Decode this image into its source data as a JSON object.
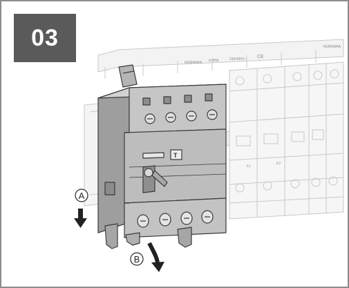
{
  "step": {
    "number": "03"
  },
  "labels": {
    "step_a": "A",
    "step_b": "B",
    "brand_left": "KENNWAA",
    "rating": "In 80A",
    "voltage": "230/400V~",
    "ce_mark": "CE",
    "brand_right": "KENNWAA",
    "test_button": "T",
    "terminal_1": "E1",
    "terminal_2": "E2"
  },
  "icons": {
    "arrow_a": "arrow-down-icon",
    "arrow_b": "curved-arrow-down-icon"
  },
  "colors": {
    "badge": "#5a5a5a",
    "border": "#8c8c8c",
    "device_body": "#bdbdbd",
    "device_dark": "#9a9a9a",
    "background_outline": "#d6d6d6"
  }
}
